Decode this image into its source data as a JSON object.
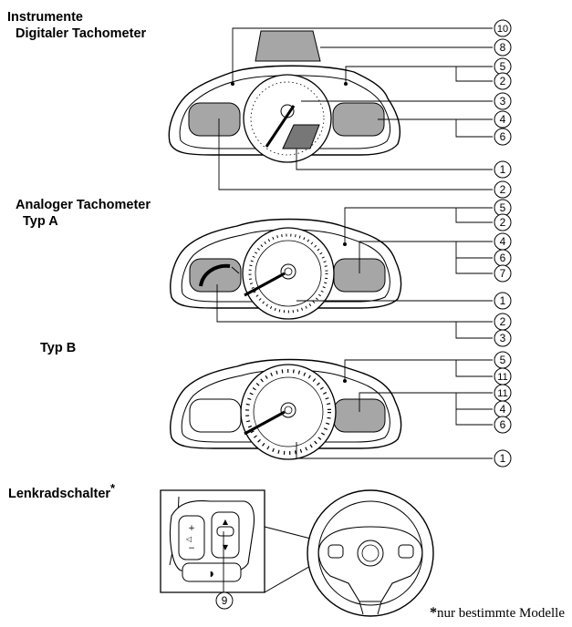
{
  "headings": {
    "instrumente": "Instrumente",
    "digital": "Digitaler Tachometer",
    "analog": "Analoger Tachometer",
    "typ_a": "Typ A",
    "typ_b": "Typ B",
    "lenkrad": "Lenkradschalter",
    "lenkrad_mark": "*"
  },
  "footnote": {
    "mark": "*",
    "text": "nur bestimmte Modelle"
  },
  "callouts": {
    "digital": [
      "10",
      "8",
      "5",
      "2",
      "3",
      "4",
      "6",
      "1",
      "2"
    ],
    "typ_a": [
      "5",
      "2",
      "4",
      "6",
      "7",
      "1",
      "2",
      "3"
    ],
    "typ_b": [
      "5",
      "11",
      "11",
      "4",
      "6",
      "1"
    ],
    "lenkrad": [
      "9"
    ]
  },
  "colors": {
    "panel_fill": "#a6a6a6",
    "line": "#000000"
  }
}
